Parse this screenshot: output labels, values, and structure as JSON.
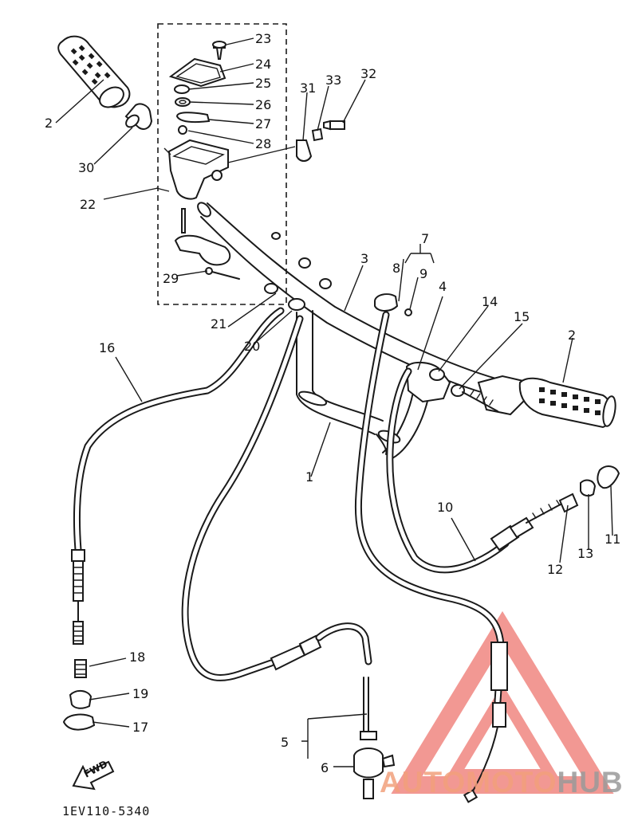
{
  "callouts": {
    "c1": "1",
    "c2a": "2",
    "c2b": "2",
    "c3": "3",
    "c4": "4",
    "c5": "5",
    "c6": "6",
    "c7": "7",
    "c8": "8",
    "c9": "9",
    "c10": "10",
    "c11": "11",
    "c12": "12",
    "c13": "13",
    "c14": "14",
    "c15": "15",
    "c16": "16",
    "c17": "17",
    "c18": "18",
    "c19": "19",
    "c20": "20",
    "c21": "21",
    "c22": "22",
    "c23": "23",
    "c24": "24",
    "c25": "25",
    "c26": "26",
    "c27": "27",
    "c28": "28",
    "c29": "29",
    "c30": "30",
    "c31": "31",
    "c32": "32",
    "c33": "33"
  },
  "fwd_label": "FWD",
  "diagram_code": "1EV110-5340",
  "watermark": {
    "part1": "AUTOMOTO",
    "part2": "HUB",
    "color_primary": "#f2a07c",
    "color_secondary": "#9a9a9a",
    "triangle_color": "#e8453c"
  }
}
